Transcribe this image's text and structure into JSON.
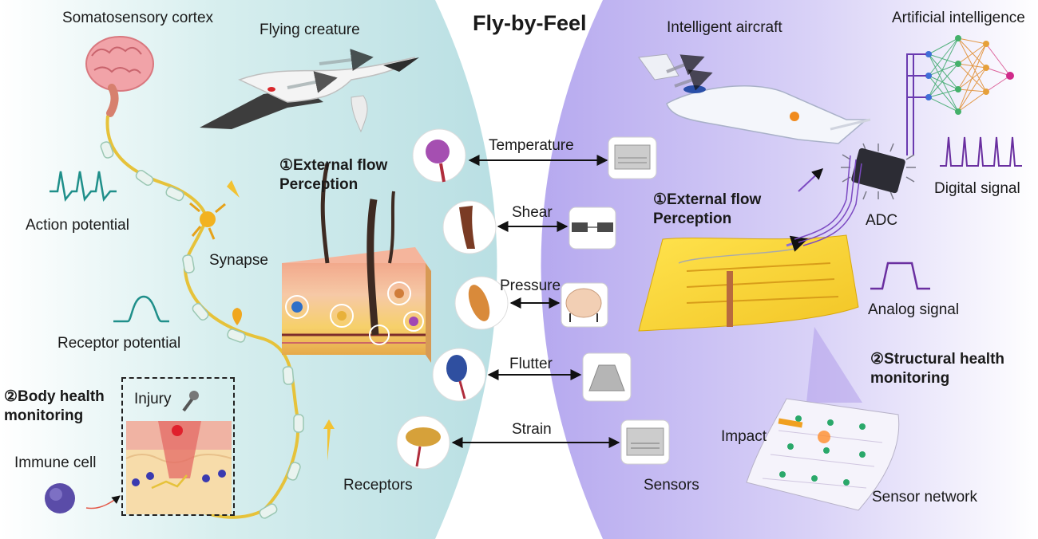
{
  "title": "Fly-by-Feel",
  "left": {
    "heading": "Flying creature",
    "somatosensory_cortex": "Somatosensory cortex",
    "action_potential": "Action potential",
    "synapse": "Synapse",
    "receptor_potential": "Receptor potential",
    "external_flow": "①External flow\nPerception",
    "body_health": "②Body health\nmonitoring",
    "injury": "Injury",
    "immune_cell": "Immune cell",
    "receptors": "Receptors"
  },
  "right": {
    "heading": "Intelligent aircraft",
    "artificial_intelligence": "Artificial intelligence",
    "external_flow": "①External flow\nPerception",
    "digital_signal": "Digital signal",
    "adc": "ADC",
    "analog_signal": "Analog signal",
    "structural_health": "②Structural health\nmonitoring",
    "impact": "Impact",
    "sensor_network": "Sensor network",
    "sensors": "Sensors"
  },
  "stimuli": [
    "Temperature",
    "Shear",
    "Pressure",
    "Flutter",
    "Strain"
  ],
  "colors": {
    "left_bg": "#c7e6e8",
    "right_bg": "#cbc2f2",
    "nerve": "#e6c23a",
    "signal_teal": "#1f8f8a",
    "signal_purple": "#6a2fa0"
  }
}
